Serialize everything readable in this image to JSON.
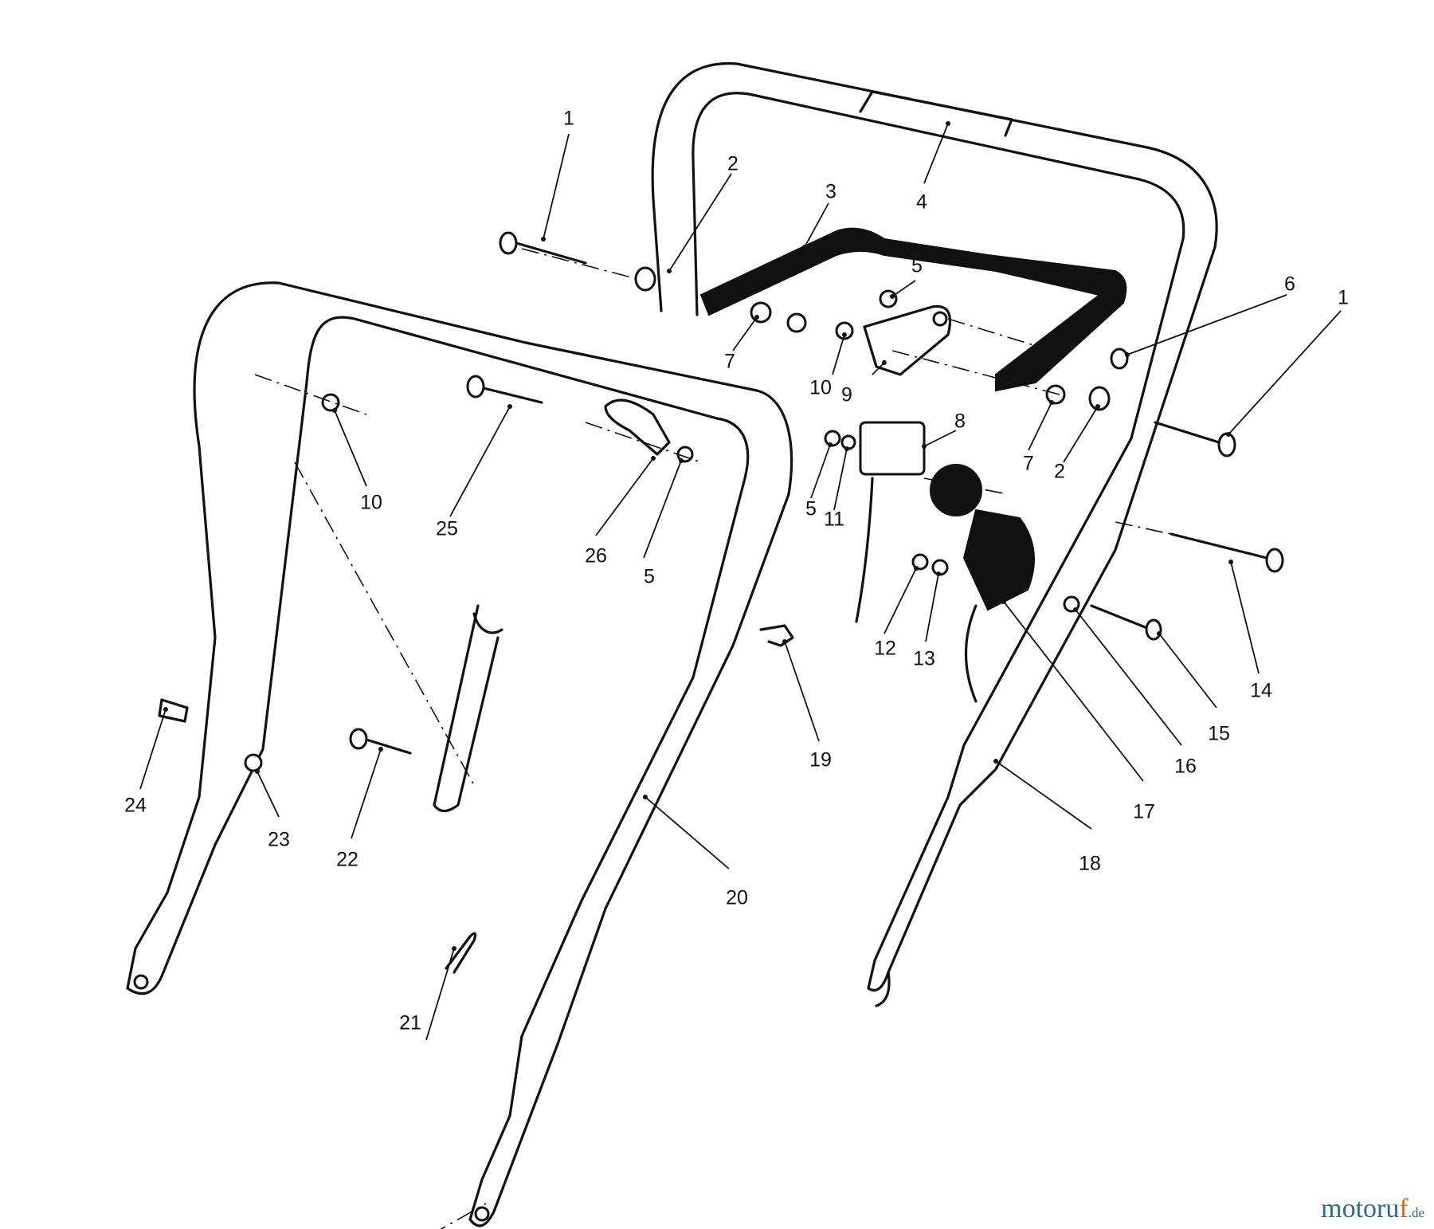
{
  "callouts": [
    {
      "key": "c1a",
      "label": "1"
    },
    {
      "key": "c2a",
      "label": "2"
    },
    {
      "key": "c3",
      "label": "3"
    },
    {
      "key": "c4",
      "label": "4"
    },
    {
      "key": "c5a",
      "label": "5"
    },
    {
      "key": "c6",
      "label": "6"
    },
    {
      "key": "c1b",
      "label": "1"
    },
    {
      "key": "c7a",
      "label": "7"
    },
    {
      "key": "c10a",
      "label": "10"
    },
    {
      "key": "c9",
      "label": "9"
    },
    {
      "key": "c7b",
      "label": "7"
    },
    {
      "key": "c2b",
      "label": "2"
    },
    {
      "key": "c8",
      "label": "8"
    },
    {
      "key": "c5b",
      "label": "5"
    },
    {
      "key": "c11",
      "label": "11"
    },
    {
      "key": "c10b",
      "label": "10"
    },
    {
      "key": "c25",
      "label": "25"
    },
    {
      "key": "c26",
      "label": "26"
    },
    {
      "key": "c5c",
      "label": "5"
    },
    {
      "key": "c12",
      "label": "12"
    },
    {
      "key": "c13",
      "label": "13"
    },
    {
      "key": "c14",
      "label": "14"
    },
    {
      "key": "c15",
      "label": "15"
    },
    {
      "key": "c16",
      "label": "16"
    },
    {
      "key": "c17",
      "label": "17"
    },
    {
      "key": "c18",
      "label": "18"
    },
    {
      "key": "c19",
      "label": "19"
    },
    {
      "key": "c20",
      "label": "20"
    },
    {
      "key": "c21",
      "label": "21"
    },
    {
      "key": "c22",
      "label": "22"
    },
    {
      "key": "c23",
      "label": "23"
    },
    {
      "key": "c24",
      "label": "24"
    }
  ],
  "watermark": {
    "main": "motoru",
    "accent": "f",
    "tld": ".de"
  }
}
